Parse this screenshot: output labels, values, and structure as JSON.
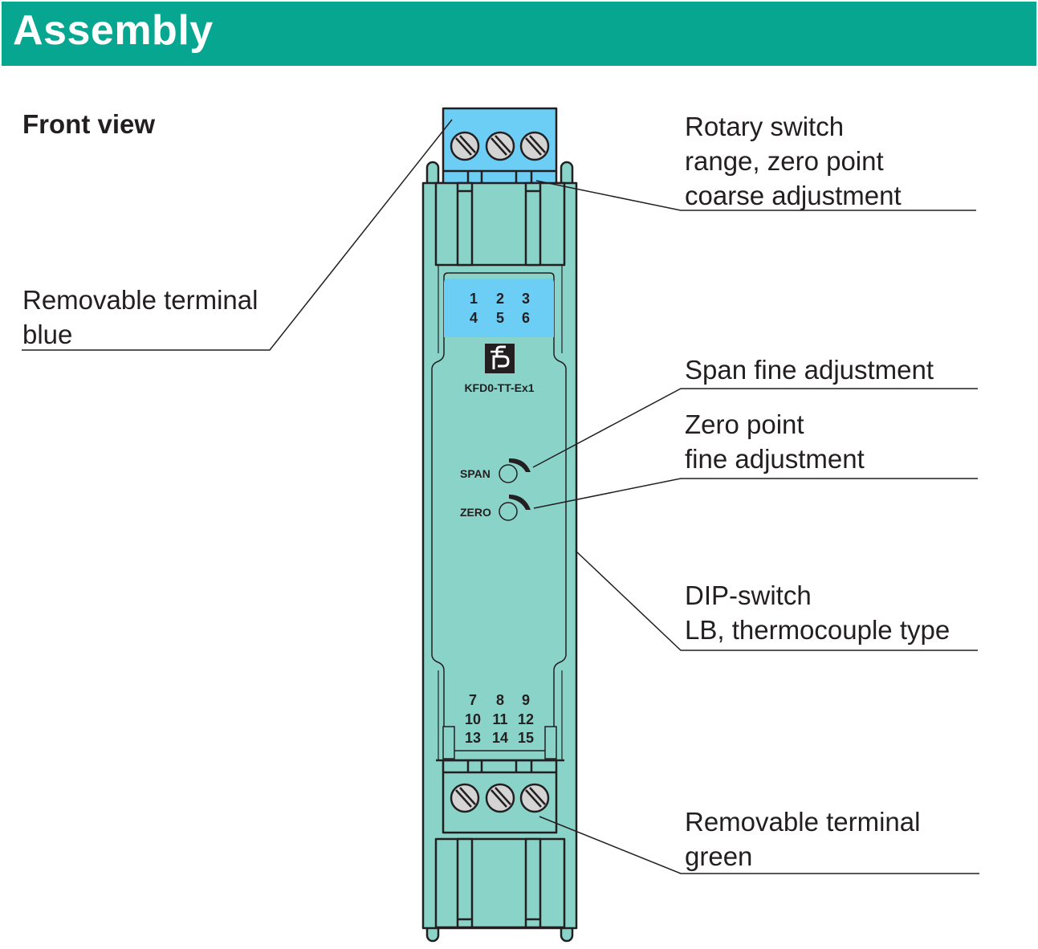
{
  "header": {
    "title": "Assembly"
  },
  "view_title": "Front view",
  "device": {
    "model": "KFD0-TT-Ex1",
    "top_terminal_numbers": [
      [
        "1",
        "2",
        "3"
      ],
      [
        "4",
        "5",
        "6"
      ]
    ],
    "bottom_terminal_numbers": [
      [
        "7",
        "8",
        "9"
      ],
      [
        "10",
        "11",
        "12"
      ],
      [
        "13",
        "14",
        "15"
      ]
    ],
    "span_label": "SPAN",
    "zero_label": "ZERO",
    "logo_icon": "pepperl-fuchs-logo-icon"
  },
  "callouts": {
    "rotary_switch": {
      "line1": "Rotary switch",
      "line2": "range, zero point",
      "line3": "coarse adjustment"
    },
    "terminal_blue": {
      "line1": "Removable terminal",
      "line2": "blue"
    },
    "span_fine": {
      "line1": "Span fine adjustment"
    },
    "zero_fine": {
      "line1": "Zero point",
      "line2": "fine adjustment"
    },
    "dip_switch": {
      "line1": "DIP-switch",
      "line2": "LB, thermocouple type"
    },
    "terminal_green": {
      "line1": "Removable terminal",
      "line2": "green"
    }
  },
  "colors": {
    "banner": "#07a690",
    "housing": "#8ad3c9",
    "terminal_blue": "#6ccdf5",
    "screw": "#d4d4d4",
    "outline": "#231f20"
  }
}
